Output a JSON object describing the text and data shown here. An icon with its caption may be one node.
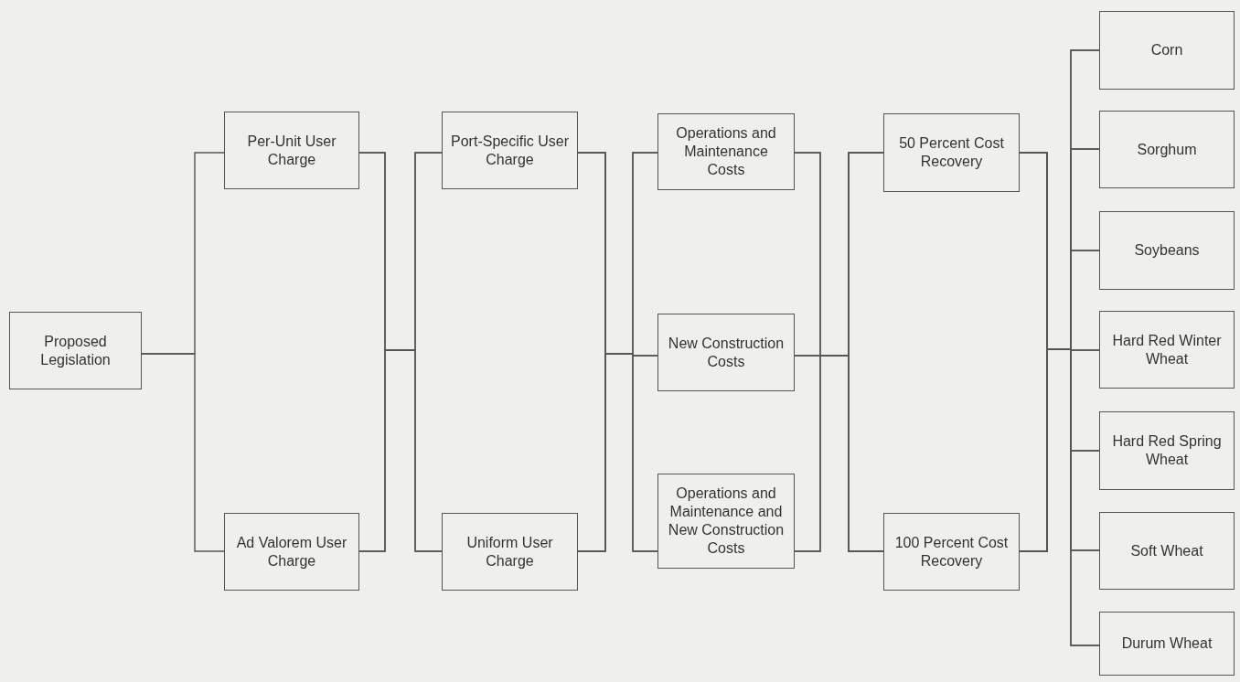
{
  "diagram": {
    "nodes": [
      {
        "text": [
          "Proposed Legislation"
        ]
      },
      {
        "text": [
          "Per-Unit User Charge"
        ]
      },
      {
        "text": [
          "Ad Valorem User Charge"
        ]
      },
      {
        "text": [
          "Port-Specific User Charge"
        ]
      },
      {
        "text": [
          "Uniform User Charge"
        ]
      },
      {
        "text": [
          "Operations and Maintenance Costs"
        ]
      },
      {
        "text": [
          "New Construction Costs"
        ]
      },
      {
        "text": [
          "Operations and Maintenance and New Construction Costs"
        ]
      },
      {
        "text": [
          "50 Percent Cost Recovery"
        ]
      },
      {
        "text": [
          "100 Percent Cost Recovery"
        ]
      },
      {
        "text": [
          "Corn"
        ]
      },
      {
        "text": [
          "Sorghum"
        ]
      },
      {
        "text": [
          "Soybeans"
        ]
      },
      {
        "text": [
          "Hard Red Winter Wheat"
        ]
      },
      {
        "text": [
          "Hard Red Spring Wheat"
        ]
      },
      {
        "text": [
          "Soft Wheat"
        ]
      },
      {
        "text": [
          "Durum Wheat"
        ]
      }
    ],
    "edges": [
      {
        "from": 0,
        "to": 1,
        "arrow": "none"
      },
      {
        "from": 0,
        "to": 2,
        "arrow": "none"
      },
      {
        "from": 1,
        "to": 3,
        "arrow": "none"
      },
      {
        "from": 1,
        "to": 4,
        "arrow": "none"
      },
      {
        "from": 2,
        "to": 3,
        "arrow": "none"
      },
      {
        "from": 2,
        "to": 4,
        "arrow": "none"
      },
      {
        "from": 3,
        "to": 5,
        "arrow": "none"
      },
      {
        "from": 3,
        "to": 6,
        "arrow": "none"
      },
      {
        "from": 3,
        "to": 7,
        "arrow": "none"
      },
      {
        "from": 4,
        "to": 5,
        "arrow": "none"
      },
      {
        "from": 4,
        "to": 6,
        "arrow": "none"
      },
      {
        "from": 4,
        "to": 7,
        "arrow": "none"
      },
      {
        "from": 5,
        "to": 8,
        "arrow": "none"
      },
      {
        "from": 5,
        "to": 9,
        "arrow": "none"
      },
      {
        "from": 6,
        "to": 8,
        "arrow": "none"
      },
      {
        "from": 6,
        "to": 9,
        "arrow": "none"
      },
      {
        "from": 7,
        "to": 8,
        "arrow": "none"
      },
      {
        "from": 7,
        "to": 9,
        "arrow": "none"
      },
      {
        "from": 8,
        "to": 10,
        "arrow": "none"
      },
      {
        "from": 8,
        "to": 11,
        "arrow": "none"
      },
      {
        "from": 8,
        "to": 12,
        "arrow": "none"
      },
      {
        "from": 8,
        "to": 13,
        "arrow": "none"
      },
      {
        "from": 8,
        "to": 14,
        "arrow": "none"
      },
      {
        "from": 8,
        "to": 15,
        "arrow": "none"
      },
      {
        "from": 8,
        "to": 16,
        "arrow": "none"
      },
      {
        "from": 9,
        "to": 10,
        "arrow": "none"
      },
      {
        "from": 9,
        "to": 11,
        "arrow": "none"
      },
      {
        "from": 9,
        "to": 12,
        "arrow": "none"
      },
      {
        "from": 9,
        "to": 13,
        "arrow": "none"
      },
      {
        "from": 9,
        "to": 14,
        "arrow": "none"
      },
      {
        "from": 9,
        "to": 15,
        "arrow": "none"
      },
      {
        "from": 9,
        "to": 16,
        "arrow": "none"
      }
    ]
  }
}
